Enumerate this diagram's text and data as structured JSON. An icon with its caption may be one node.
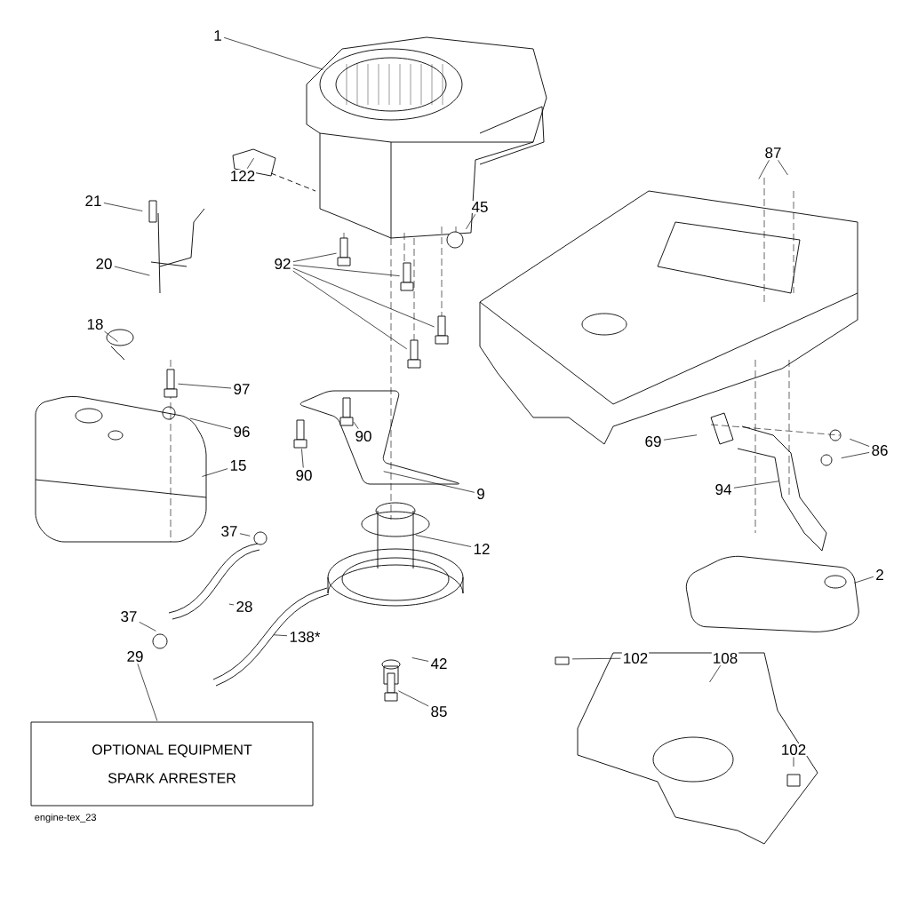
{
  "diagram": {
    "nodes": [
      {
        "text": [
          "1"
        ]
      },
      {
        "text": [
          "122"
        ]
      },
      {
        "text": [
          "21"
        ]
      },
      {
        "text": [
          "20"
        ]
      },
      {
        "text": [
          "92"
        ]
      },
      {
        "text": [
          "45"
        ]
      },
      {
        "text": [
          "87"
        ]
      },
      {
        "text": [
          "18"
        ]
      },
      {
        "text": [
          "97"
        ]
      },
      {
        "text": [
          "96"
        ]
      },
      {
        "text": [
          "90"
        ]
      },
      {
        "text": [
          "90"
        ]
      },
      {
        "text": [
          "15"
        ]
      },
      {
        "text": [
          "9"
        ]
      },
      {
        "text": [
          "69"
        ]
      },
      {
        "text": [
          "86"
        ]
      },
      {
        "text": [
          "94"
        ]
      },
      {
        "text": [
          "37"
        ]
      },
      {
        "text": [
          "12"
        ]
      },
      {
        "text": [
          "28"
        ]
      },
      {
        "text": [
          "138*"
        ]
      },
      {
        "text": [
          "37"
        ]
      },
      {
        "text": [
          "2"
        ]
      },
      {
        "text": [
          "29"
        ]
      },
      {
        "text": [
          "42"
        ]
      },
      {
        "text": [
          "85"
        ]
      },
      {
        "text": [
          "102"
        ]
      },
      {
        "text": [
          "108"
        ]
      },
      {
        "text": [
          "102"
        ]
      },
      {
        "text": [
          "OPTIONAL EQUIPMENT",
          "SPARK ARRESTER"
        ]
      },
      {
        "text": [],
        "shape": "picture"
      },
      {
        "text": [],
        "shape": "picture"
      },
      {
        "text": [],
        "shape": "picture"
      },
      {
        "text": [],
        "shape": "picture"
      },
      {
        "text": [],
        "shape": "picture"
      },
      {
        "text": [],
        "shape": "picture"
      },
      {
        "text": [],
        "shape": "picture"
      },
      {
        "text": [],
        "shape": "picture"
      }
    ],
    "edges": [
      {
        "from": 0,
        "to": null,
        "arrow": "none"
      },
      {
        "from": 1,
        "to": null,
        "arrow": "none"
      },
      {
        "from": 2,
        "to": null,
        "arrow": "none"
      },
      {
        "from": 3,
        "to": null,
        "arrow": "none"
      },
      {
        "from": 4,
        "to": 30,
        "arrow": "none"
      },
      {
        "from": 4,
        "to": 31,
        "arrow": "none"
      },
      {
        "from": 4,
        "to": 32,
        "arrow": "none"
      },
      {
        "from": 4,
        "to": 33,
        "arrow": "none"
      },
      {
        "from": 5,
        "to": null,
        "arrow": "none"
      },
      {
        "from": 6,
        "to": null,
        "arrow": "none"
      },
      {
        "from": 6,
        "to": null,
        "arrow": "none"
      },
      {
        "from": 7,
        "to": null,
        "arrow": "none"
      },
      {
        "from": 8,
        "to": 34,
        "arrow": "none"
      },
      {
        "from": 9,
        "to": null,
        "arrow": "none"
      },
      {
        "from": 10,
        "to": 35,
        "arrow": "none"
      },
      {
        "from": 11,
        "to": 36,
        "arrow": "none"
      },
      {
        "from": 12,
        "to": null,
        "arrow": "none"
      },
      {
        "from": 13,
        "to": null,
        "arrow": "none"
      },
      {
        "from": 14,
        "to": null,
        "arrow": "none"
      },
      {
        "from": 15,
        "to": null,
        "arrow": "none"
      },
      {
        "from": 15,
        "to": null,
        "arrow": "none"
      },
      {
        "from": 16,
        "to": null,
        "arrow": "none"
      },
      {
        "from": 17,
        "to": null,
        "arrow": "none"
      },
      {
        "from": 18,
        "to": null,
        "arrow": "none"
      },
      {
        "from": 19,
        "to": null,
        "arrow": "none"
      },
      {
        "from": 20,
        "to": null,
        "arrow": "none"
      },
      {
        "from": 21,
        "to": null,
        "arrow": "none"
      },
      {
        "from": 22,
        "to": null,
        "arrow": "none"
      },
      {
        "from": 23,
        "to": 29,
        "arrow": "none"
      },
      {
        "from": 24,
        "to": null,
        "arrow": "none"
      },
      {
        "from": 25,
        "to": 37,
        "arrow": "none"
      },
      {
        "from": 26,
        "to": null,
        "arrow": "none"
      },
      {
        "from": 27,
        "to": null,
        "arrow": "none"
      },
      {
        "from": 28,
        "to": null,
        "arrow": "none"
      }
    ],
    "labels": [
      "engine-tex_23"
    ]
  }
}
